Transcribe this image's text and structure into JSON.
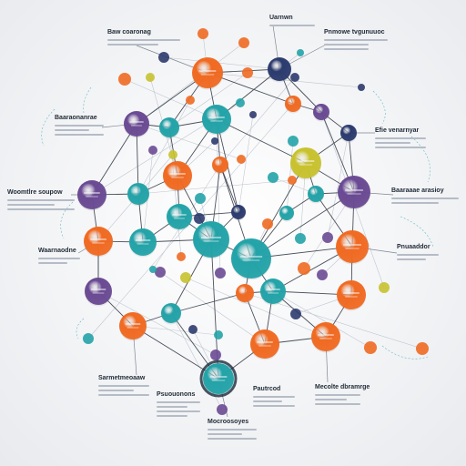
{
  "diagram": {
    "colors": {
      "orange": "#f06a22",
      "purple": "#6a4a93",
      "teal": "#23a3a8",
      "navy": "#2c3b6e",
      "olive": "#c8c22f",
      "edge": "#2d3440",
      "edge_light": "#aab3bf",
      "label_dark": "#1f2a36"
    },
    "annotations": [
      {
        "text": "Baw coaronag"
      },
      {
        "text": "Uarnwn"
      },
      {
        "text": "Pnmowe tvgunuuoc"
      },
      {
        "text": "Baaraonanrae"
      },
      {
        "text": "Woomtlre soupow"
      },
      {
        "text": "Efie venarnyar"
      },
      {
        "text": "Baaraaae arasioy"
      },
      {
        "text": "Sarmetmeoaaw"
      },
      {
        "text": "Psuouonons"
      },
      {
        "text": "Mocroosoyes"
      },
      {
        "text": "Pautrcod"
      },
      {
        "text": "Mecolte dbramrge"
      },
      {
        "text": "Waarnaodne"
      },
      {
        "text": "Pnuaaddor"
      }
    ]
  }
}
